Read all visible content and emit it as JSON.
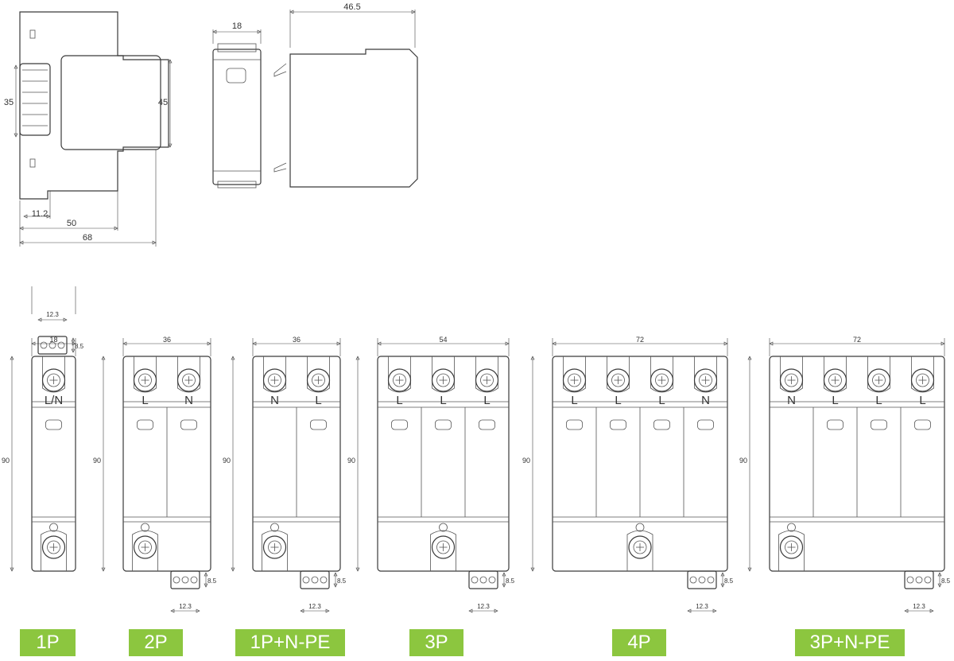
{
  "top_views": {
    "side": {
      "dim_35": "35",
      "dim_45": "45",
      "dim_11_2": "11.2",
      "dim_50": "50",
      "dim_68": "68"
    },
    "front": {
      "dim_18": "18"
    },
    "depth": {
      "dim_46_5": "46.5"
    }
  },
  "modules": [
    {
      "label": "1P",
      "width_dim": "18",
      "height_dim": "90",
      "terminal_pitch_dim": "12.3",
      "terminal_height_dim": "8.5",
      "top_labels": [
        "L/N"
      ]
    },
    {
      "label": "2P",
      "width_dim": "36",
      "height_dim": "90",
      "terminal_pitch_dim": "12.3",
      "terminal_height_dim": "8.5",
      "top_labels": [
        "L",
        "N"
      ]
    },
    {
      "label": "1P+N-PE",
      "width_dim": "36",
      "height_dim": "90",
      "terminal_pitch_dim": "12.3",
      "terminal_height_dim": "8.5",
      "top_labels": [
        "N",
        "L"
      ]
    },
    {
      "label": "3P",
      "width_dim": "54",
      "height_dim": "90",
      "terminal_pitch_dim": "12.3",
      "terminal_height_dim": "8.5",
      "top_labels": [
        "L",
        "L",
        "L"
      ]
    },
    {
      "label": "4P",
      "width_dim": "72",
      "height_dim": "90",
      "terminal_pitch_dim": "12.3",
      "terminal_height_dim": "8.5",
      "top_labels": [
        "L",
        "L",
        "L",
        "N"
      ]
    },
    {
      "label": "3P+N-PE",
      "width_dim": "72",
      "height_dim": "90",
      "terminal_pitch_dim": "12.3",
      "terminal_height_dim": "8.5",
      "top_labels": [
        "N",
        "L",
        "L",
        "L"
      ]
    }
  ],
  "colors": {
    "tag_bg": "#8cc63f",
    "tag_text": "#ffffff",
    "line": "#3a3a3a"
  }
}
